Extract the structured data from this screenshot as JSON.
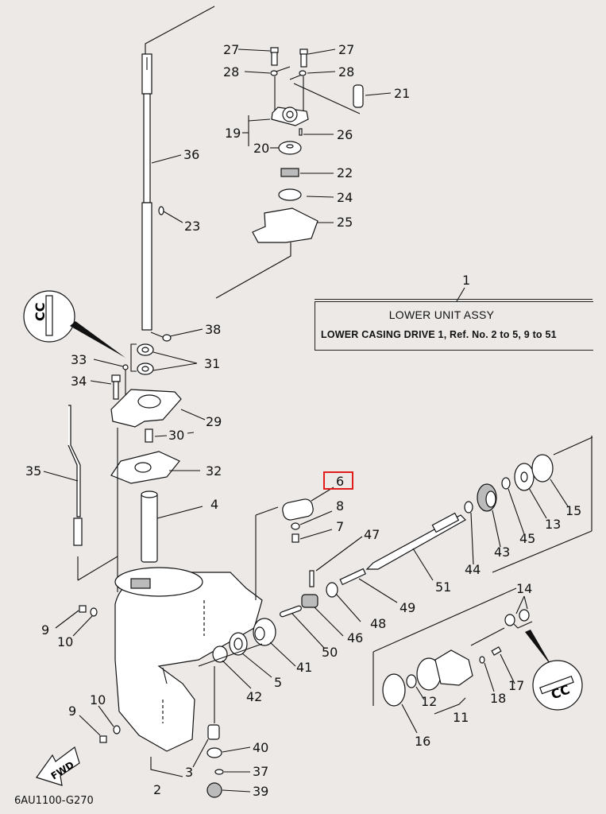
{
  "diagram": {
    "title": "LOWER UNIT ASSY",
    "subtitle": "LOWER CASING DRIVE 1,  Ref. No. 2 to 5, 9 to 51",
    "title_ref": "1",
    "drawing_code": "6AU1100-G270",
    "direction_label": "FWD",
    "highlighted_part": "6",
    "highlight_color": "#e21b1b",
    "callout_sealant_label": "CC",
    "part_labels": {
      "p27a": "27",
      "p27b": "27",
      "p28a": "28",
      "p28b": "28",
      "p21": "21",
      "p19": "19",
      "p26": "26",
      "p20": "20",
      "p22": "22",
      "p24": "24",
      "p25": "25",
      "p36": "36",
      "p23": "23",
      "p38": "38",
      "p31": "31",
      "p33": "33",
      "p34": "34",
      "p29": "29",
      "p30": "30",
      "p35": "35",
      "p32": "32",
      "p4": "4",
      "p6": "6",
      "p8": "8",
      "p7": "7",
      "p47": "47",
      "p15": "15",
      "p13": "13",
      "p45": "45",
      "p43": "43",
      "p44": "44",
      "p51": "51",
      "p49": "49",
      "p48": "48",
      "p46": "46",
      "p50": "50",
      "p41": "41",
      "p5": "5",
      "p42": "42",
      "p9a": "9",
      "p10a": "10",
      "p9b": "9",
      "p10b": "10",
      "p14": "14",
      "p17": "17",
      "p18": "18",
      "p12": "12",
      "p11": "11",
      "p16": "16",
      "p40": "40",
      "p37": "37",
      "p39": "39",
      "p3": "3",
      "p2": "2"
    }
  }
}
